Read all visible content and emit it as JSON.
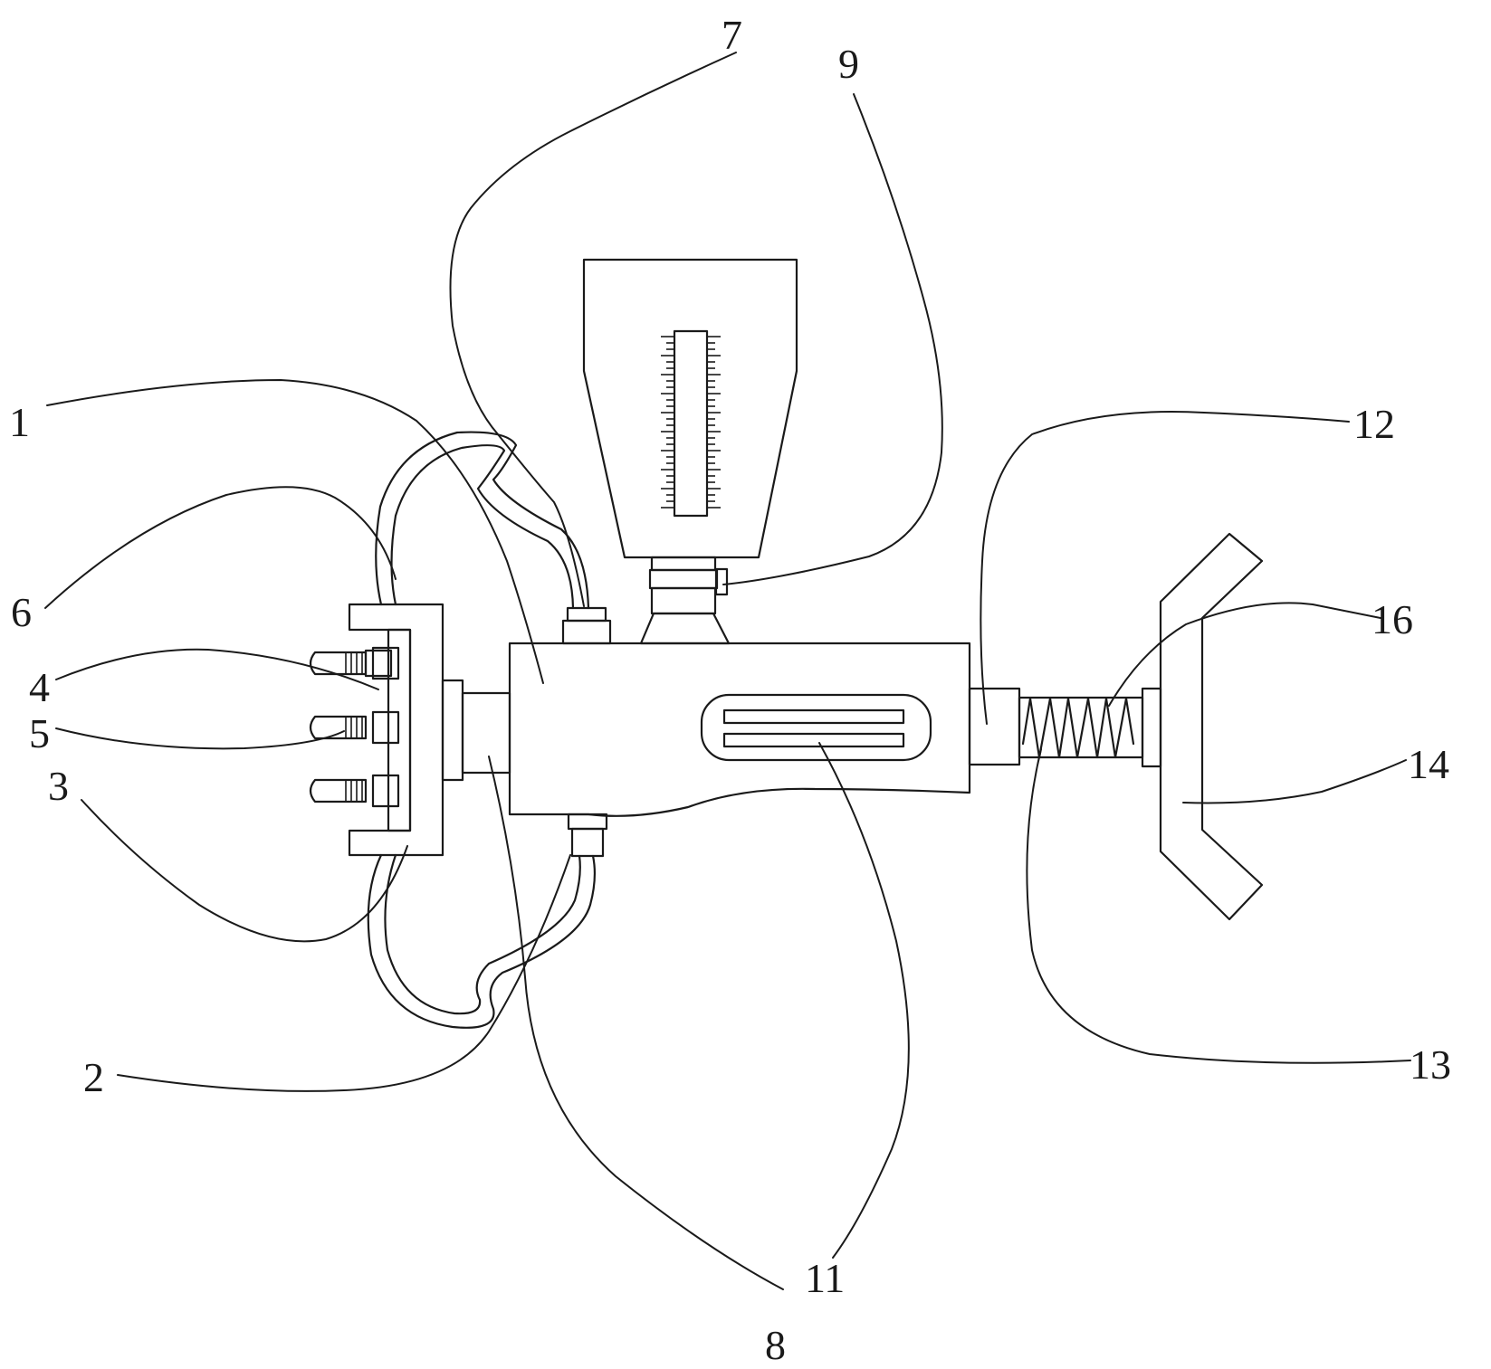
{
  "labels": {
    "l1": "1",
    "l2": "2",
    "l3": "3",
    "l4": "4",
    "l5": "5",
    "l6": "6",
    "l7": "7",
    "l8": "8",
    "l9": "9",
    "l11": "11",
    "l12": "12",
    "l13": "13",
    "l14": "14",
    "l16": "16"
  }
}
